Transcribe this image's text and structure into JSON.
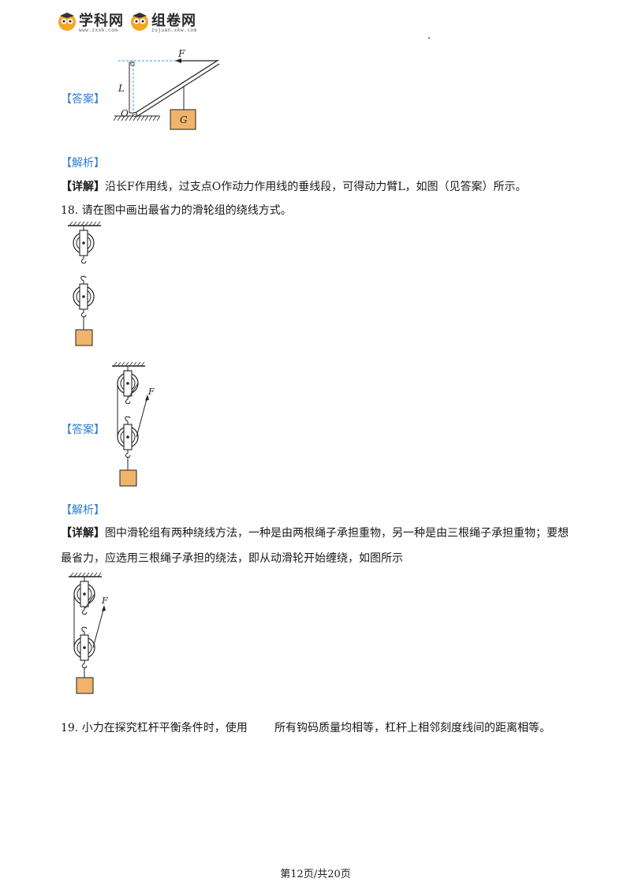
{
  "header": {
    "logo1_text": "学科网",
    "logo1_url": "www.zxxk.com",
    "logo2_text": "组卷网",
    "logo2_url": "zujuan.xkw.com"
  },
  "q17": {
    "answer_tag": "【答案】",
    "fig_labels": {
      "F": "F",
      "L": "L",
      "O": "O",
      "G": "G"
    },
    "analysis_tag": "【解析】",
    "detail_tag": "【详解】",
    "detail_text": "沿长F作用线，过支点O作动力作用线的垂线段，可得动力臂L，如图（见答案）所示。"
  },
  "q18": {
    "question": "18. 请在图中画出最省力的滑轮组的绕线方式。",
    "answer_tag": "【答案】",
    "fig_F": "F",
    "analysis_tag": "【解析】",
    "detail_tag": "【详解】",
    "detail_line1": "图中滑轮组有两种绕线方法，一种是由两根绳子承担重物，另一种是由三根绳子承担重物；要想",
    "detail_line2": "最省力，应选用三根绳子承担的绕法，即从动滑轮开始缠绕，如图所示"
  },
  "q19": {
    "part1": "19. 小力在探究杠杆平衡条件时，使用",
    "part2": "所有钩码质量均相等，杠杆上相邻刻度线间的距离相等。"
  },
  "footer": {
    "page": "第12页/共20页"
  },
  "colors": {
    "tag_blue": "#2f7fd0",
    "weight_fill": "#f0b36a",
    "logo_orange": "#f5a623"
  }
}
